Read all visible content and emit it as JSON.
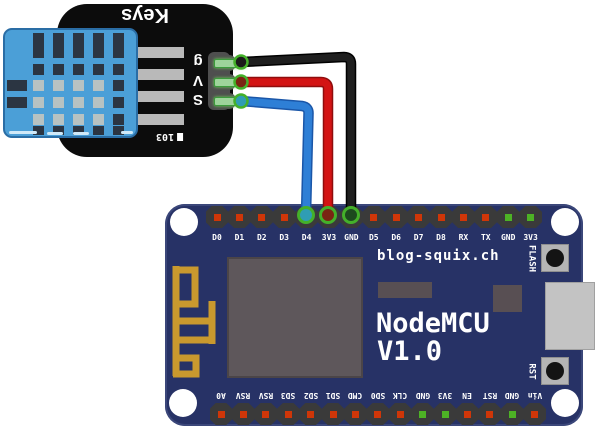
{
  "sensor_module": {
    "brand_label": "Keys",
    "part_marking": "103",
    "pins": [
      {
        "label": "g"
      },
      {
        "label": "V"
      },
      {
        "label": "S"
      }
    ]
  },
  "wires": [
    {
      "color_name": "black",
      "hex": "#1f1f1f",
      "outline": "#000000",
      "end_fill": "#1d4a1e",
      "start_fill": "#1b1b1b",
      "sensor_pin": "g",
      "nodemcu_pin": "GND"
    },
    {
      "color_name": "red",
      "hex": "#d31414",
      "outline": "#8f0d0d",
      "end_fill": "#7a2413",
      "start_fill": "#7a2413",
      "sensor_pin": "V",
      "nodemcu_pin": "3V3"
    },
    {
      "color_name": "blue",
      "hex": "#2e7fd6",
      "outline": "#1a56a8",
      "end_fill": "#2f9db4",
      "start_fill": "#2f9db4",
      "sensor_pin": "S",
      "nodemcu_pin": "D4"
    }
  ],
  "nodemcu": {
    "site_label": "blog-squix.ch",
    "title": "NodeMCU",
    "version": "V1.0",
    "flash_button_label": "FLASH",
    "reset_button_label": "RST",
    "top_pins": [
      {
        "label": "D0",
        "dot": "red"
      },
      {
        "label": "D1",
        "dot": "red"
      },
      {
        "label": "D2",
        "dot": "red"
      },
      {
        "label": "D3",
        "dot": "red"
      },
      {
        "label": "D4",
        "dot": "red"
      },
      {
        "label": "3V3",
        "dot": "green"
      },
      {
        "label": "GND",
        "dot": "green"
      },
      {
        "label": "D5",
        "dot": "red"
      },
      {
        "label": "D6",
        "dot": "red"
      },
      {
        "label": "D7",
        "dot": "red"
      },
      {
        "label": "D8",
        "dot": "red"
      },
      {
        "label": "RX",
        "dot": "red"
      },
      {
        "label": "TX",
        "dot": "red"
      },
      {
        "label": "GND",
        "dot": "green"
      },
      {
        "label": "3V3",
        "dot": "green"
      }
    ],
    "bottom_pins": [
      {
        "label": "A0",
        "dot": "red"
      },
      {
        "label": "RSV",
        "dot": "red"
      },
      {
        "label": "RSV",
        "dot": "red"
      },
      {
        "label": "SD3",
        "dot": "red"
      },
      {
        "label": "SD2",
        "dot": "red"
      },
      {
        "label": "SD1",
        "dot": "red"
      },
      {
        "label": "CMD",
        "dot": "red"
      },
      {
        "label": "SD0",
        "dot": "red"
      },
      {
        "label": "CLK",
        "dot": "red"
      },
      {
        "label": "GND",
        "dot": "green"
      },
      {
        "label": "3V3",
        "dot": "green"
      },
      {
        "label": "EN",
        "dot": "red"
      },
      {
        "label": "RST",
        "dot": "red"
      },
      {
        "label": "GND",
        "dot": "green"
      },
      {
        "label": "Vin",
        "dot": "red"
      }
    ]
  },
  "colors": {
    "pcb_navy": "#273266",
    "module_black": "#0c0c0c",
    "sensor_blue": "#4b9fd7",
    "pin_dot_red": "#cf3608",
    "pin_dot_green": "#4db225",
    "antenna_gold": "#c9992e",
    "connector_green": "#44b02a",
    "silkscreen_white": "#ffffff"
  }
}
